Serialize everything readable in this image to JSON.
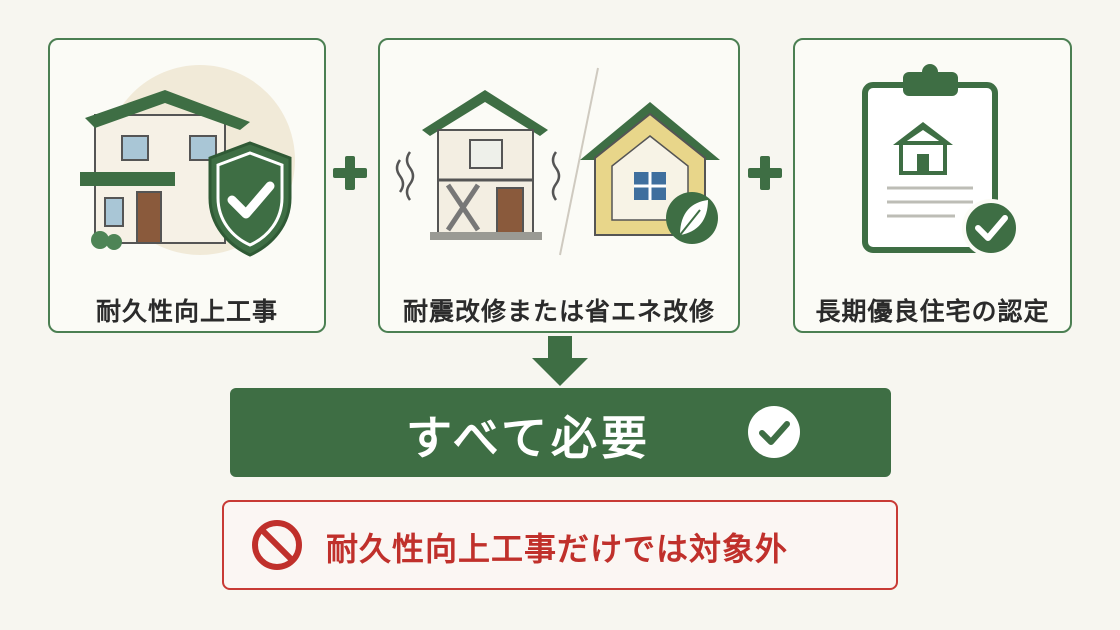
{
  "steps": [
    {
      "label": "耐久性向上工事",
      "icons": [
        "house-icon",
        "shield-check-icon"
      ]
    },
    {
      "label": "耐震改修または省エネ改修",
      "icons": [
        "earthquake-house-icon",
        "insulated-house-icon",
        "leaf-icon"
      ]
    },
    {
      "label": "長期優良住宅の認定",
      "icons": [
        "clipboard-icon",
        "house-icon",
        "check-badge-icon"
      ]
    }
  ],
  "operators": [
    "+",
    "+"
  ],
  "result": {
    "text": "すべて必要",
    "icon": "check-circle-icon"
  },
  "warning": {
    "text": "耐久性向上工事だけでは対象外",
    "icon": "prohibited-icon"
  },
  "colors": {
    "primary_green": "#3e6e44",
    "border_green": "#4b7f52",
    "warning_red": "#c0302b",
    "background": "#f7f6f0"
  }
}
